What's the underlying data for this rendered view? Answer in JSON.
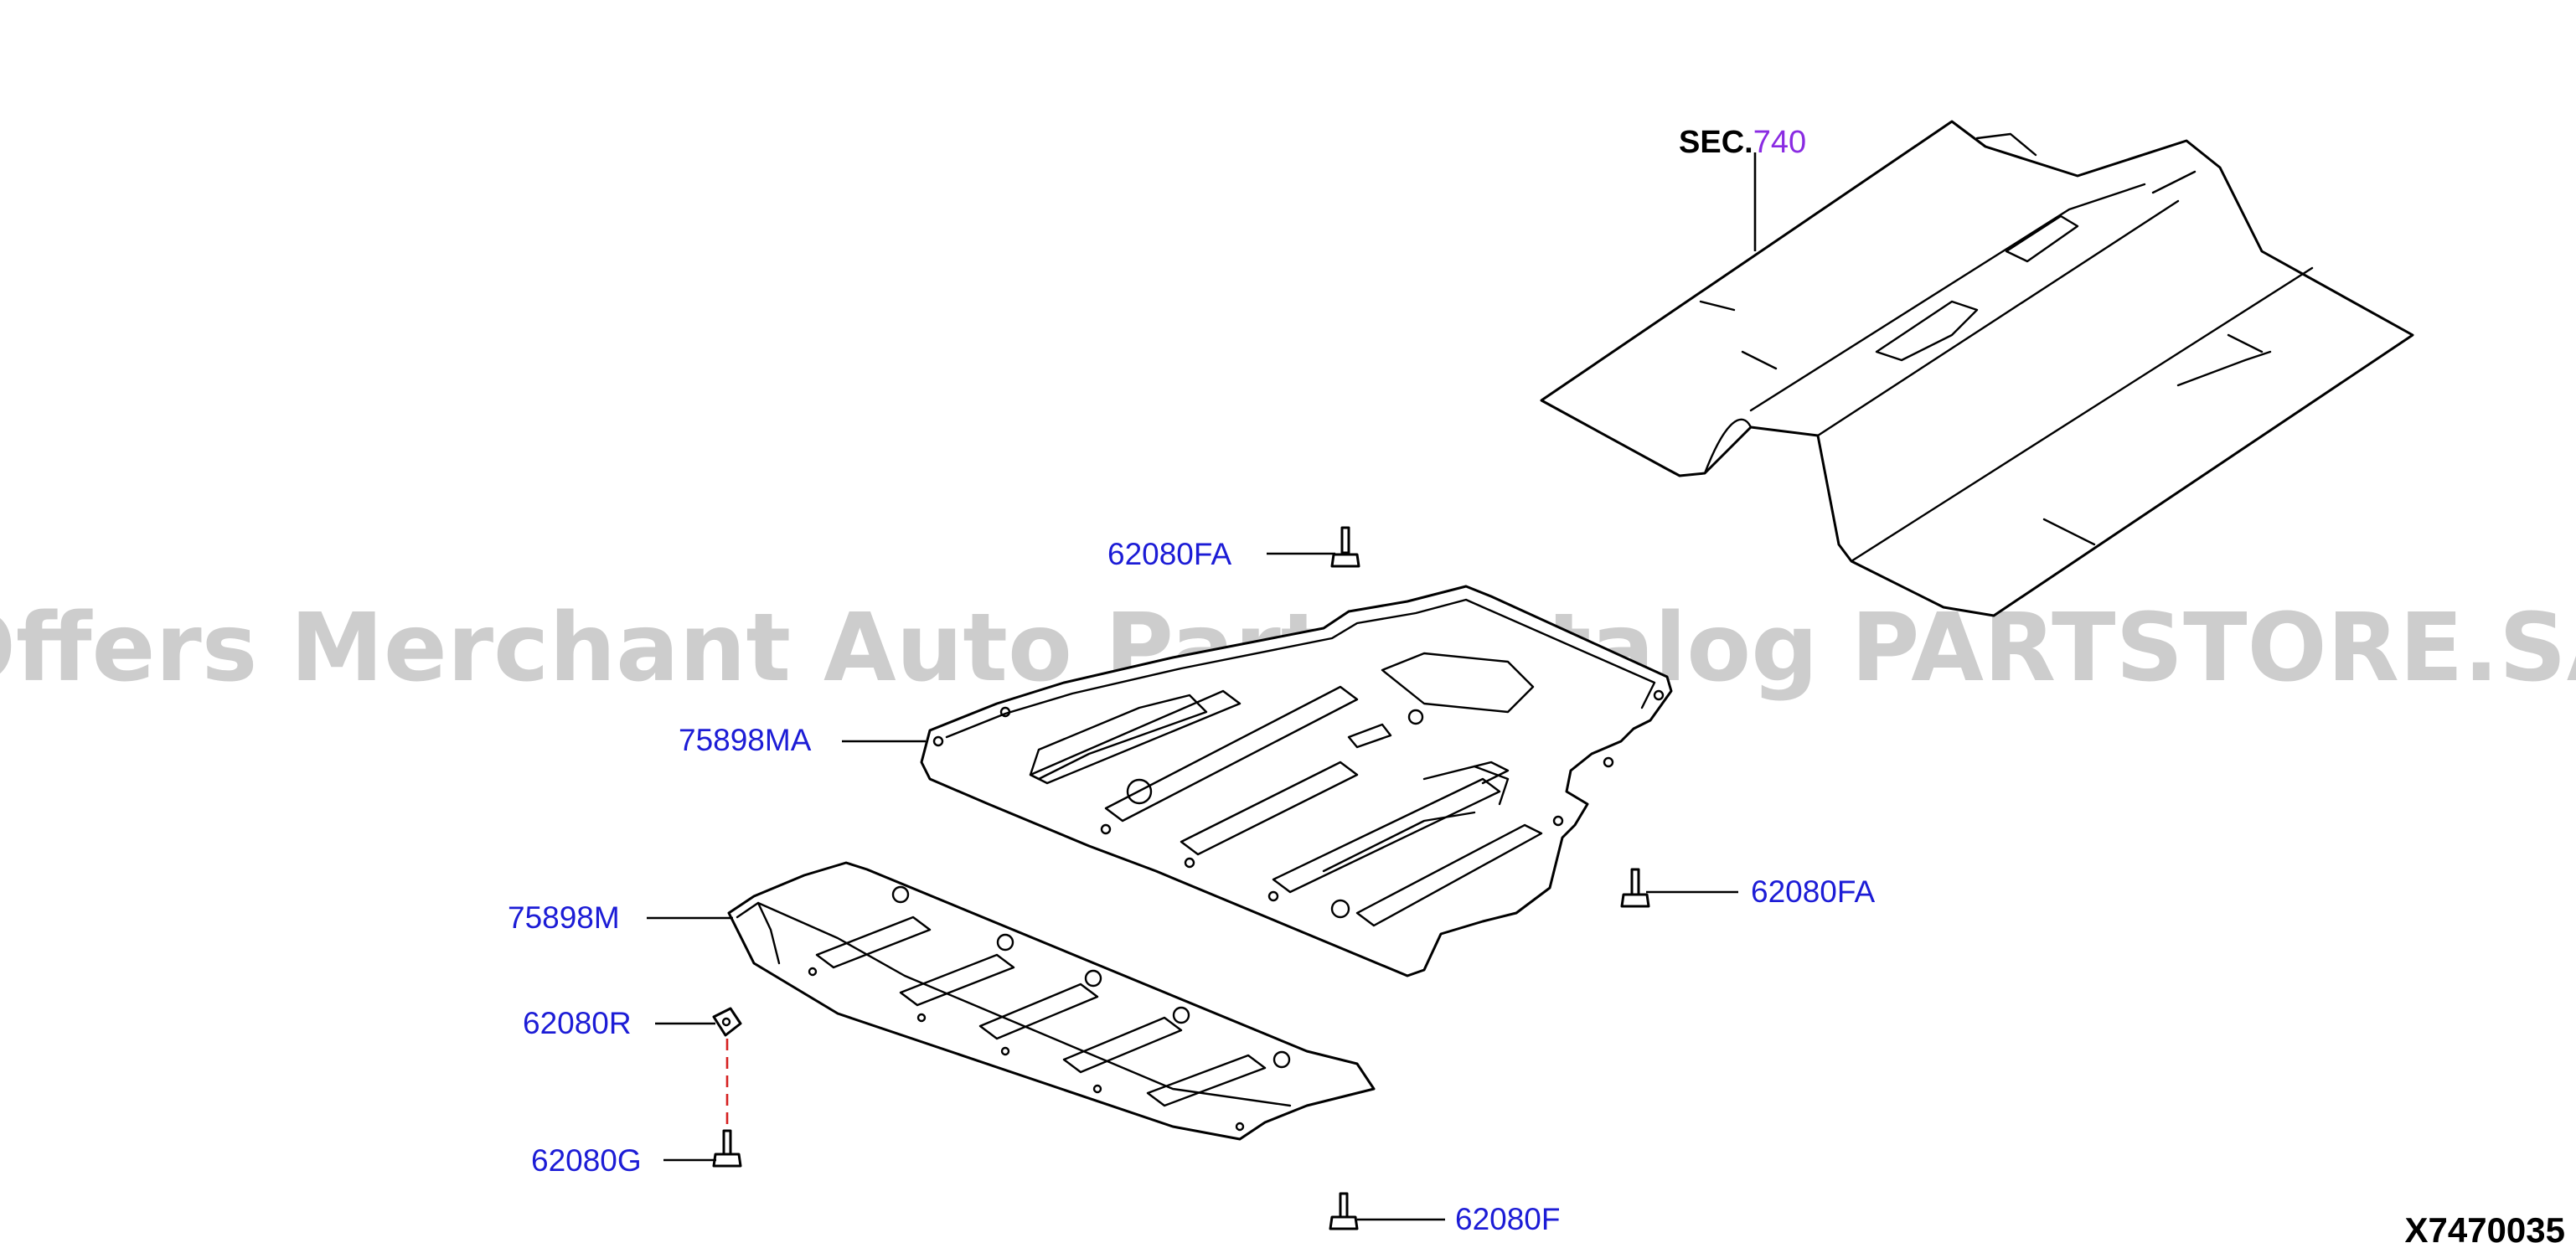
{
  "diagram_code": "X7470035",
  "watermark": "Offers Merchant Auto Parts Catalog PARTSTORE.SA",
  "section_ref": {
    "prefix": "SEC.",
    "number": "740"
  },
  "callouts": {
    "floor_panel": "SEC.740",
    "upper_cover": "75898MA",
    "lower_cover": "75898M",
    "bolt_top": "62080FA",
    "bolt_right": "62080FA",
    "clip_nut": "62080R",
    "bolt_left": "62080G",
    "bolt_bottom": "62080F"
  },
  "colors": {
    "label": "#1c1cd6",
    "section_number": "#8a2be2",
    "dashed_link": "#d62020"
  }
}
